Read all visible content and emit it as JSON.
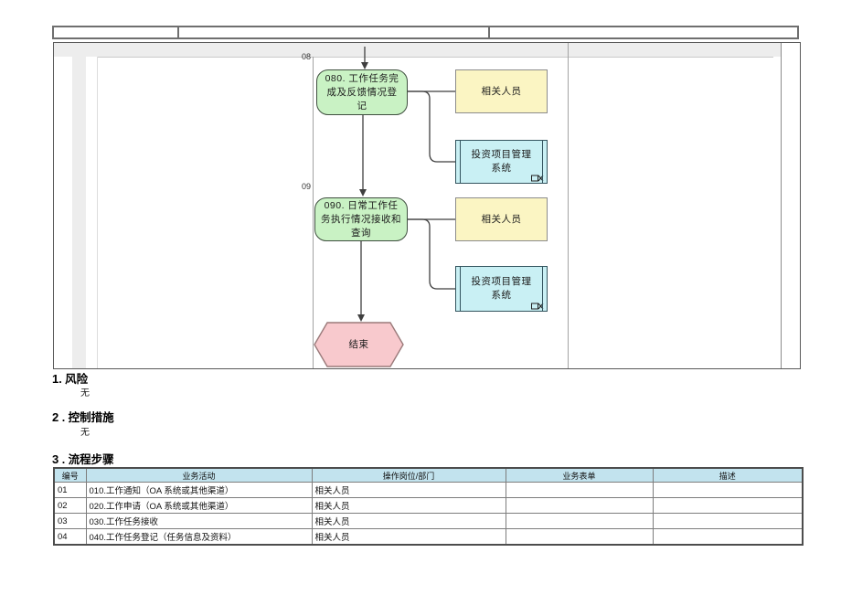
{
  "header_strip": {
    "cells": [
      "",
      "",
      ""
    ]
  },
  "flowchart": {
    "step_numbers": {
      "step08": "08",
      "step09": "09"
    },
    "nodes": {
      "task080": "080. 工作任务完成及反馈情况登记",
      "role080": "相关人员",
      "system080": "投资项目管理系统",
      "task090": "090. 日常工作任务执行情况接收和查询",
      "role090": "相关人员",
      "system090": "投资项目管理系统",
      "end": "结束"
    }
  },
  "sections": [
    {
      "number": "1",
      "title": ". 风险",
      "content": "无"
    },
    {
      "number": "2",
      "title": " . 控制措施",
      "content": "无"
    },
    {
      "number": "3",
      "title": " . 流程步骤",
      "content": ""
    }
  ],
  "process_table": {
    "headers": [
      "编号",
      "业务活动",
      "操作岗位/部门",
      "业务表单",
      "描述"
    ],
    "rows": [
      {
        "no": "01",
        "activity": "010.工作通知（OA 系统或其他渠道）",
        "role": "相关人员",
        "form": "",
        "desc": ""
      },
      {
        "no": "02",
        "activity": "020.工作申请（OA 系统或其他渠道）",
        "role": "相关人员",
        "form": "",
        "desc": ""
      },
      {
        "no": "03",
        "activity": "030.工作任务接收",
        "role": "相关人员",
        "form": "",
        "desc": ""
      },
      {
        "no": "04",
        "activity": "040.工作任务登记（任务信息及资料）",
        "role": "相关人员",
        "form": "",
        "desc": ""
      }
    ]
  },
  "colors": {
    "task-fill": "#c9f2c4",
    "task-border": "#3f4f3f",
    "role-fill": "#fbf5c3",
    "role-border": "#8c8c8c",
    "system-fill": "#c9f0f4",
    "system-border": "#33545e",
    "end-fill": "#f8c9cd",
    "end-border": "#9a7a7a",
    "table-header-bg": "#c2e3ee",
    "connector": "#3f3f3f"
  }
}
